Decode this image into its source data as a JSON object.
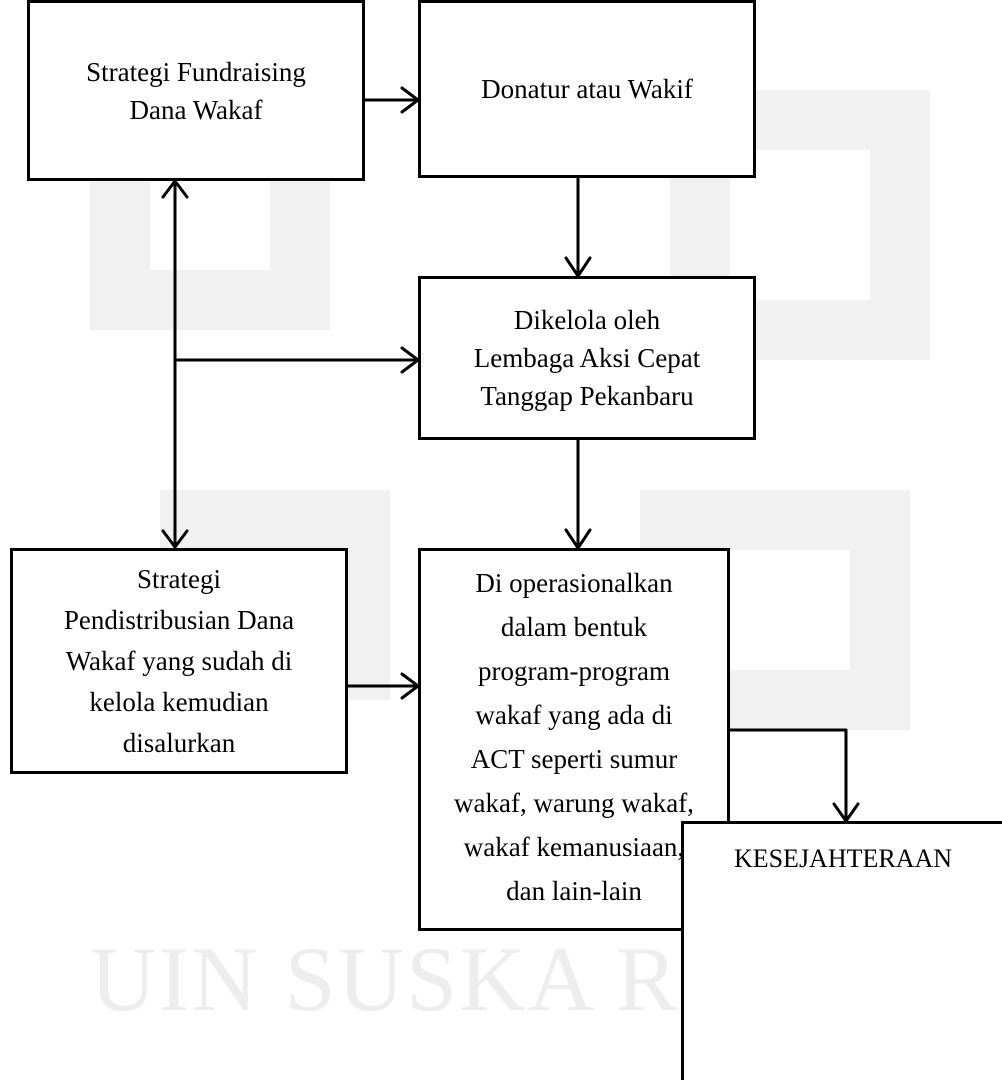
{
  "diagram": {
    "nodes": {
      "fundraising": "Strategi Fundraising\nDana Wakaf",
      "donatur": "Donatur atau Wakif",
      "dikelola": "Dikelola oleh\nLembaga Aksi Cepat\nTanggap Pekanbaru",
      "distribusi": "Strategi\nPendistribusian Dana\nWakaf yang sudah di\nkelola kemudian\ndisalurkan",
      "operasional": "Di operasionalkan\ndalam bentuk\nprogram-program\nwakaf yang ada di\nACT seperti sumur\nwakaf, warung wakaf,\nwakaf kemanusiaan,\ndan lain-lain",
      "kesejahteraan": "KESEJAHTERAAN"
    },
    "watermark": "UIN SUSKA RIAU",
    "colors": {
      "line": "#000000",
      "watermark": "#ededed"
    }
  }
}
